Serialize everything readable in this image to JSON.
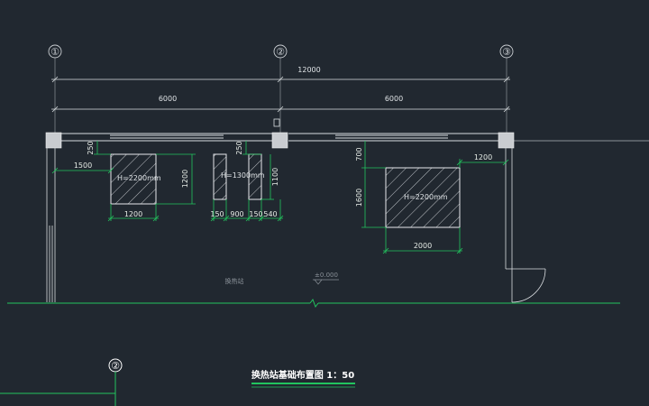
{
  "axes": [
    {
      "label": "①",
      "color": "#c9cdd1"
    },
    {
      "label": "②",
      "color": "#c9cdd1"
    },
    {
      "label": "③",
      "color": "#c9cdd1"
    }
  ],
  "axis_bottom": {
    "label": "②",
    "color": "#ffffff"
  },
  "dimensions": {
    "total": "12000",
    "span_left": "6000",
    "span_right": "6000",
    "offset_left": "1500",
    "offset_right": "1200",
    "gap_top_1": "250",
    "gap_top_2": "250",
    "gap_top_3": "700",
    "height_1": "1200",
    "height_2": "1100",
    "height_3": "1600",
    "width_1": "1200",
    "pier_w1": "150",
    "pier_gap": "900",
    "pier_w2": "150",
    "pier_tail": "540",
    "width_3": "2000"
  },
  "foundations": [
    {
      "label": "H=2200mm"
    },
    {
      "label": "H=1300mm"
    },
    {
      "label": "H=2200mm"
    }
  ],
  "level_mark": "±0.000",
  "room_label": "换热站",
  "drawing_title": "换热站基础布置图 1：50",
  "colors": {
    "background": "#212830",
    "line": "#d8dcdf",
    "green": "#22c55e",
    "hatch": "#e6e9ec",
    "column": "#c9ccd0"
  }
}
